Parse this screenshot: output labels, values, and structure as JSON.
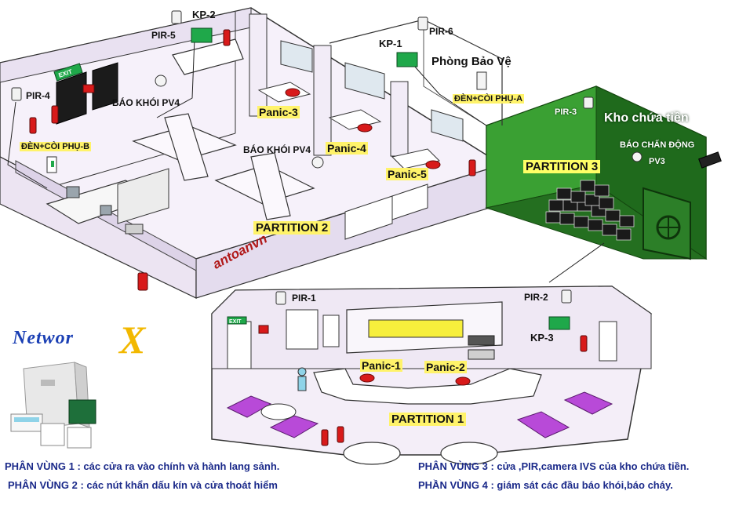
{
  "zones": {
    "partition_1": "PARTITION 1",
    "partition_2": "PARTITION 2",
    "partition_3": "PARTITION 3"
  },
  "devices": {
    "kp1": "KP-1",
    "kp2": "KP-2",
    "kp3": "KP-3",
    "pir1": "PIR-1",
    "pir2": "PIR-2",
    "pir3": "PIR-3",
    "pir4": "PIR-4",
    "pir5": "PIR-5",
    "pir6": "PIR-6",
    "panic1": "Panic-1",
    "panic2": "Panic-2",
    "panic3": "Panic-3",
    "panic4": "Panic-4",
    "panic5": "Panic-5",
    "smoke_a": "BÁO KHÓI PV4",
    "smoke_b": "BÁO KHÓI PV4",
    "siren_a": "ĐÈN+CÒI PHỤ-A",
    "siren_b": "ĐÈN+CÒI PHỤ-B",
    "vibration": "BÁO CHẤN ĐỘNG",
    "vibration_zone": "PV3",
    "exit_sign": "EXIT"
  },
  "rooms": {
    "guard_room": "Phòng Bảo Vệ",
    "vault": "Kho chứa tiền"
  },
  "brand": {
    "name": "Networ",
    "name_x": "X",
    "watermark": "antoanvn"
  },
  "legend": {
    "zone1": "PHÂN VÙNG 1 : các cửa ra vào chính và hành lang sảnh.",
    "zone2": "PHÂN VÙNG 2 : các nút khẩn dấu kín và cửa thoát hiểm",
    "zone3": "PHÂN VÙNG 3 : cửa ,PIR,camera IVS của kho chứa tiền.",
    "zone4": "PHẦN VÙNG 4 : giám sát các đầu báo khói,báo cháy."
  },
  "colors": {
    "vault_green": "#2f8f2a",
    "vault_green_dark": "#1f6a1c",
    "keypad_green": "#1fa84a",
    "panic_red": "#d81a1a",
    "sofa_purple": "#b84ad8",
    "floor_lavender": "#f4eef8",
    "label_yellow": "#fff36a",
    "legend_blue": "#1b2a8a"
  }
}
